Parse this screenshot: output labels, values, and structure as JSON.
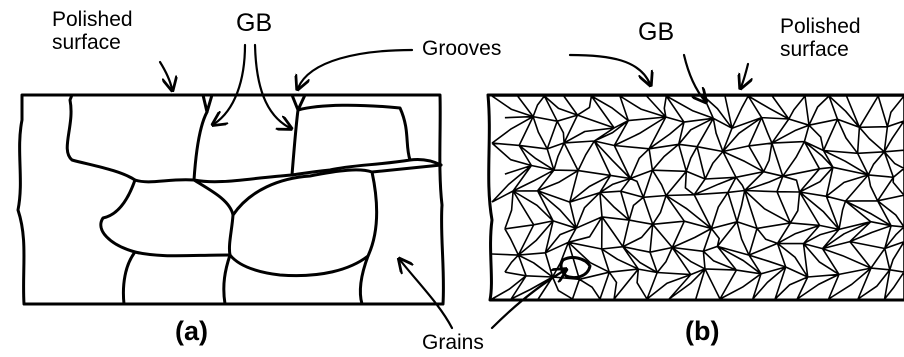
{
  "labels": {
    "polished_surface_a_line1": "Polished",
    "polished_surface_a_line2": "surface",
    "gb_a": "GB",
    "grooves": "Grooves",
    "gb_b": "GB",
    "polished_surface_b_line1": "Polished",
    "polished_surface_b_line2": "surface",
    "panel_a": "(a)",
    "panel_b": "(b)",
    "grains": "Grains"
  }
}
